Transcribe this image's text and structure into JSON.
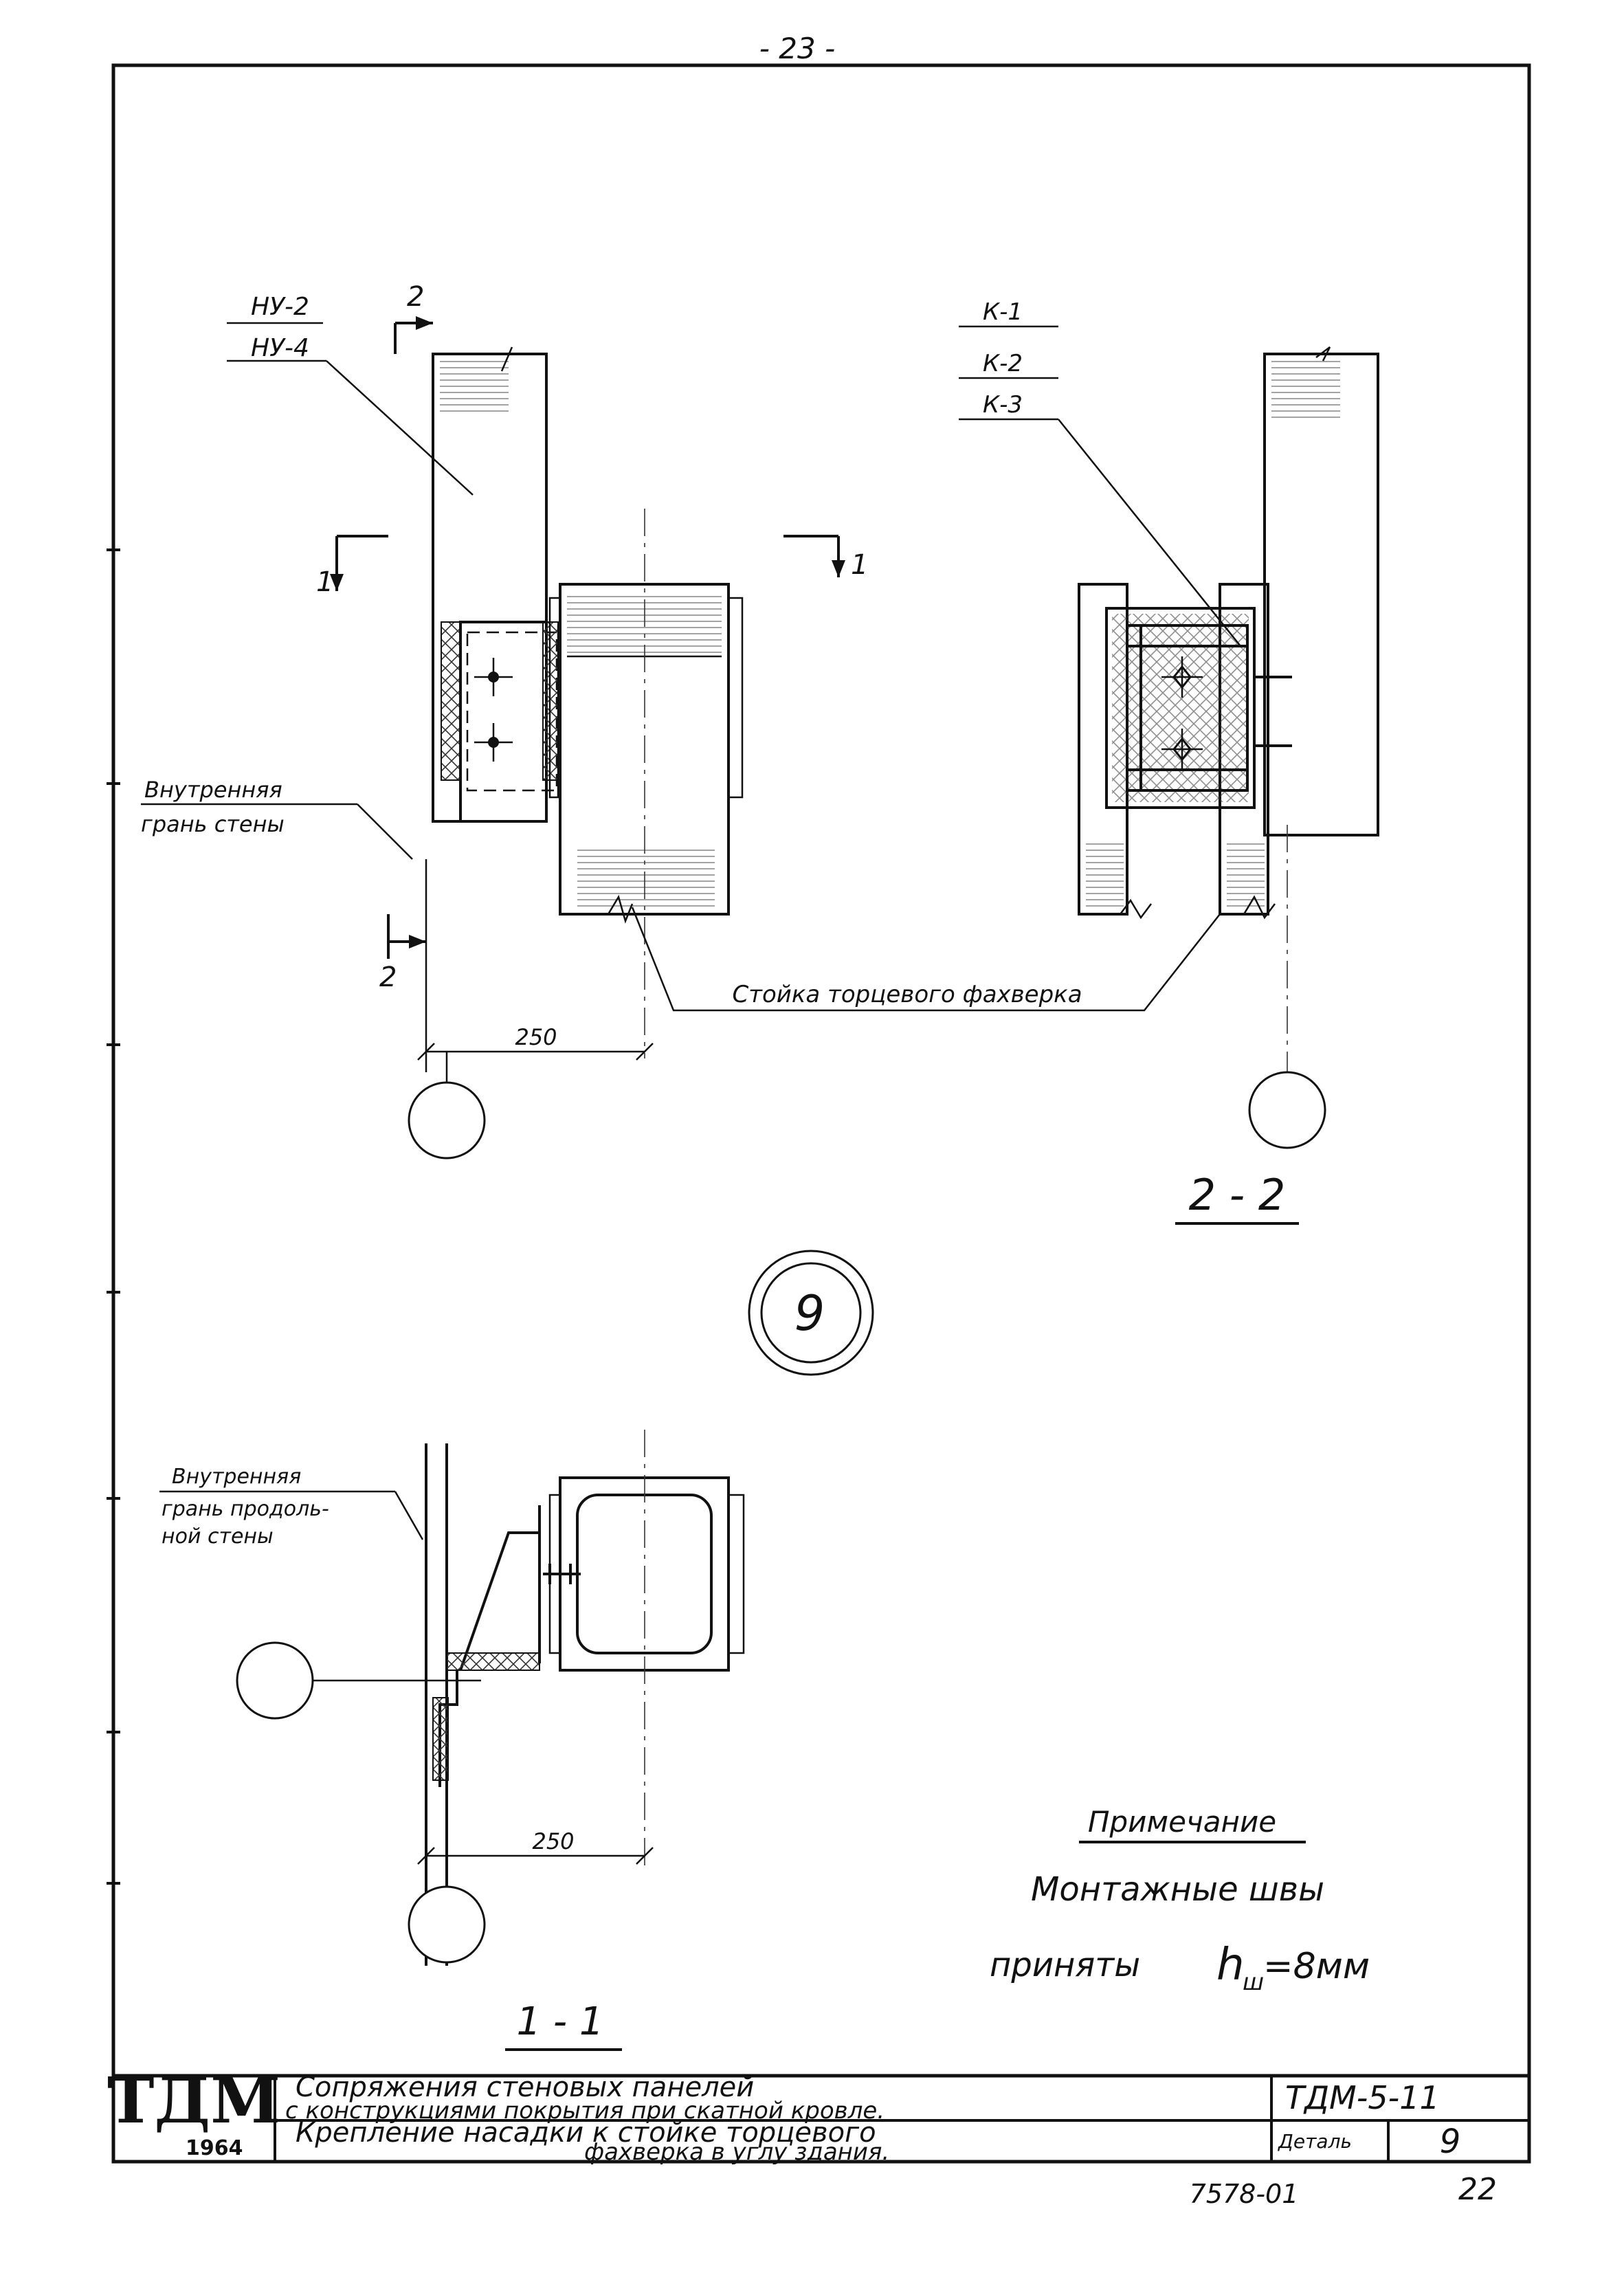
{
  "page_number": "- 23 -",
  "views": {
    "top_left": {
      "labels": [
        "НУ-2",
        "НУ-4"
      ],
      "inner_face_label_1": "Внутренняя",
      "inner_face_label_2": "грань стены",
      "dimension": "250",
      "section_marks": [
        "2",
        "2",
        "1",
        "1"
      ]
    },
    "top_right": {
      "labels": [
        "К-1",
        "К-2",
        "К-3"
      ],
      "view_title": "2 - 2"
    },
    "shared_label": "Стойка торцевого фахверка",
    "detail_marker": "9",
    "bottom_left": {
      "inner_face_label_1": "Внутренняя",
      "inner_face_label_2": "грань продоль-",
      "inner_face_label_3": "ной стены",
      "dimension": "250",
      "view_title": "1 - 1"
    }
  },
  "note": {
    "heading": "Примечание",
    "line1": "Монтажные швы",
    "line2": "приняты",
    "line3": "h",
    "line3_sub": "ш",
    "line3_value": "=8мм"
  },
  "title_block": {
    "logo": "ТДМ",
    "year": "1964",
    "title_line1": "Сопряжения стеновых панелей",
    "title_line2": "с конструкциями покрытия при скатной кровле.",
    "subtitle_line1": "Крепление насадки к стойке торцевого",
    "subtitle_line2": "фахверка в углу здания.",
    "code": "ТДМ-5-11",
    "detail_label": "Деталь",
    "detail_value": "9"
  },
  "footer": {
    "doc_number": "7578-01",
    "sheet": "22"
  }
}
